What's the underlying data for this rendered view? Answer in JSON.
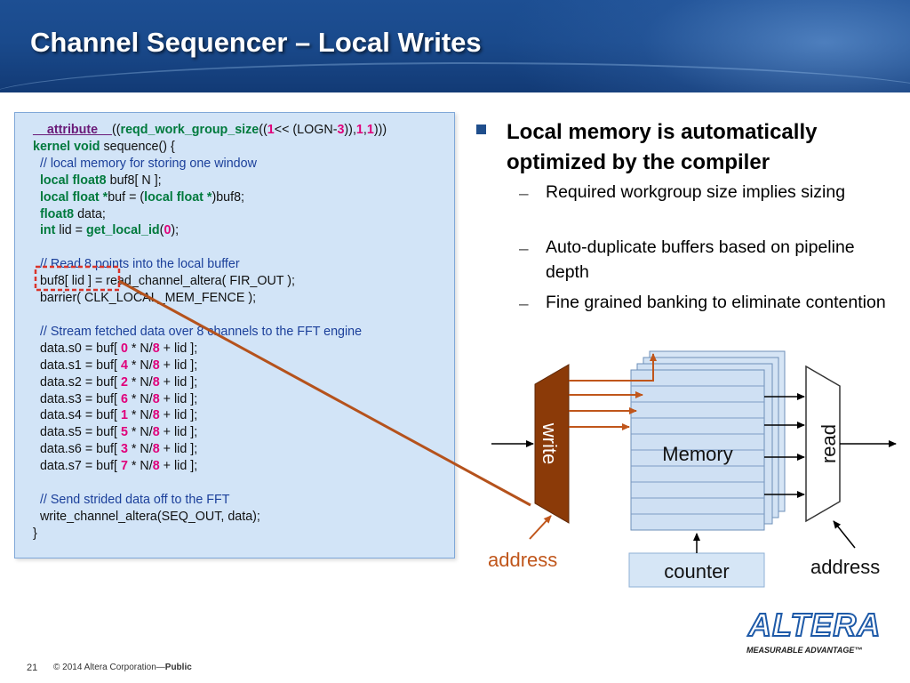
{
  "title": "Channel Sequencer – Local Writes",
  "code": {
    "line1_attr": "__attribute__",
    "line1_a": "((",
    "line1_b": "reqd_work_group_size",
    "line1_c": "((",
    "line1_d": "1",
    "line1_e": "<< (LOGN-",
    "line1_f": "3",
    "line1_g": ")),",
    "line1_h": "1",
    "line1_i": ",",
    "line1_j": "1",
    "line1_k": ")))",
    "line2_kw1": "kernel",
    "line2_kw2": "void",
    "line2_rest": "sequence() {",
    "line3": "// local memory for storing one window",
    "line4_kw": "local float8",
    "line4_rest": "buf8[ N ];",
    "line5_kw1": "local float *",
    "line5_mid": "buf = (",
    "line5_kw2": "local float *",
    "line5_end": ")buf8;",
    "line6_kw": "float8",
    "line6_rest": "data;",
    "line7_kw": "int",
    "line7_mid": "lid =",
    "line7_fn": "get_local_id",
    "line7_p1": "(",
    "line7_num": "0",
    "line7_p2": ");",
    "line9": "// Read 8 points into the local buffer",
    "line10": "buf8[ lid ] = read_channel_altera( FIR_OUT );",
    "line11": "barrier( CLK_LOCAL_MEM_FENCE );",
    "line13": "// Stream fetched data over 8 channels to the FFT engine",
    "data_lines": [
      {
        "pre": "data.s0 = buf[ ",
        "n": "0",
        "mid": " * N/",
        "d": "8",
        "post": " + lid ];"
      },
      {
        "pre": "data.s1 = buf[ ",
        "n": "4",
        "mid": " * N/",
        "d": "8",
        "post": " + lid ];"
      },
      {
        "pre": "data.s2 = buf[ ",
        "n": "2",
        "mid": " * N/",
        "d": "8",
        "post": " + lid ];"
      },
      {
        "pre": "data.s3 = buf[ ",
        "n": "6",
        "mid": " * N/",
        "d": "8",
        "post": " + lid ];"
      },
      {
        "pre": "data.s4 = buf[ ",
        "n": "1",
        "mid": " * N/",
        "d": "8",
        "post": " + lid ];"
      },
      {
        "pre": "data.s5 = buf[ ",
        "n": "5",
        "mid": " * N/",
        "d": "8",
        "post": " + lid ];"
      },
      {
        "pre": "data.s6 = buf[ ",
        "n": "3",
        "mid": " * N/",
        "d": "8",
        "post": " + lid ];"
      },
      {
        "pre": "data.s7 = buf[ ",
        "n": "7",
        "mid": " * N/",
        "d": "8",
        "post": " + lid ];"
      }
    ],
    "line23": "// Send strided data off to the FFT",
    "line24": "write_channel_altera(SEQ_OUT, data);",
    "line25": "}"
  },
  "bullets": {
    "main": "Local memory is automatically optimized by the compiler",
    "subs": [
      "Required workgroup size implies sizing",
      "Auto-duplicate buffers based on pipeline depth",
      "Fine grained banking to eliminate contention"
    ],
    "dash": "–"
  },
  "diagram": {
    "write_label": "write",
    "read_label": "read",
    "memory_label": "Memory",
    "counter_label": "counter",
    "address_left": "address",
    "address_right": "address",
    "write_color": "#8b3a08",
    "memory_fill": "#cfe0f3",
    "address_left_color": "#c0561b"
  },
  "logo": {
    "name": "ALTERA",
    "tagline": "MEASURABLE ADVANTAGE™",
    "color": "#1e5aa8"
  },
  "footer": {
    "page": "21",
    "copyright": "© 2014 Altera Corporation—",
    "public": "Public"
  }
}
